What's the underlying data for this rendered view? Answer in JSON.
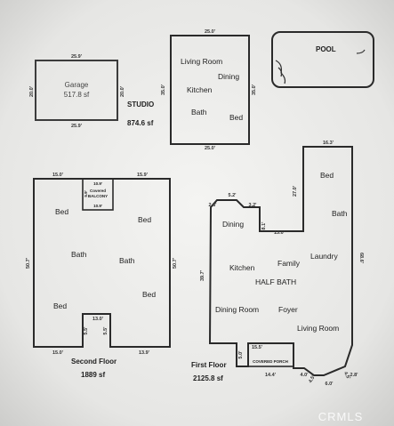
{
  "garage": {
    "title": "Garage",
    "area": "517.8 sf",
    "dim_top": "25.9'",
    "dim_bottom": "25.9'",
    "dim_left": "20.0'",
    "dim_right": "20.0'"
  },
  "studio": {
    "title": "STUDIO",
    "area": "874.6 sf",
    "dim_top": "25.0'",
    "dim_bottom": "25.0'",
    "dim_left": "35.0'",
    "dim_right": "35.0'",
    "rooms": {
      "living_room": "Living Room",
      "dining": "Dining",
      "kitchen": "Kitchen",
      "bath": "Bath",
      "bed": "Bed"
    }
  },
  "pool": {
    "title": "POOL"
  },
  "second_floor": {
    "title": "Second Floor",
    "area": "1889 sf",
    "dim_top_left": "15.0'",
    "dim_top_right": "15.9'",
    "dim_left": "50.7'",
    "dim_right": "50.7'",
    "dim_bottom_left": "15.0'",
    "dim_bottom_right": "13.9'",
    "dim_notch_top": "13.0'",
    "dim_notch_left": "5.5'",
    "dim_notch_right": "5.5'",
    "balcony": {
      "label_1": "Covered",
      "label_2": "BALCONY",
      "dim_top": "10.9'",
      "dim_bottom": "10.9'",
      "dim_side": "5.9'"
    },
    "rooms": {
      "bed_top_left": "Bed",
      "bed_top_right": "Bed",
      "bath_left": "Bath",
      "bath_center": "Bath",
      "bed_right": "Bed",
      "bed_bottom_left": "Bed"
    }
  },
  "first_floor": {
    "title": "First Floor",
    "area": "2125.8 sf",
    "dim_top_right": "16.3'",
    "dim_right": "68.6'",
    "dim_left": "39.7'",
    "dim_east_wing": "27.0'",
    "dim_corridor_h": "13.0'",
    "dim_corridor_v": "8.1'",
    "dim_bay_top": "5.2'",
    "dim_bay_left": "2.8'",
    "dim_bay_right": "3.2'",
    "dim_porch_width": "15.5'",
    "dim_porch_side": "5.0'",
    "dim_porch_bottom": "14.4'",
    "dim_bay_b_left": "4.0'",
    "dim_bay_b_mid": "6.0'",
    "dim_bay_b_right": "2.8'",
    "dim_bay_b_vert_left": "4.5'",
    "dim_bay_b_vert_right": "4.5'",
    "porch": {
      "label": "COVERED PORCH"
    },
    "rooms": {
      "bed_1": "Bed",
      "bath": "Bath",
      "dining": "Dining",
      "laundry": "Laundry",
      "kitchen": "Kitchen",
      "family": "Family",
      "half_bath": "HALF BATH",
      "dining_room": "Dining Room",
      "foyer": "Foyer",
      "living_room": "Living Room"
    }
  },
  "watermark": "CRMLS"
}
